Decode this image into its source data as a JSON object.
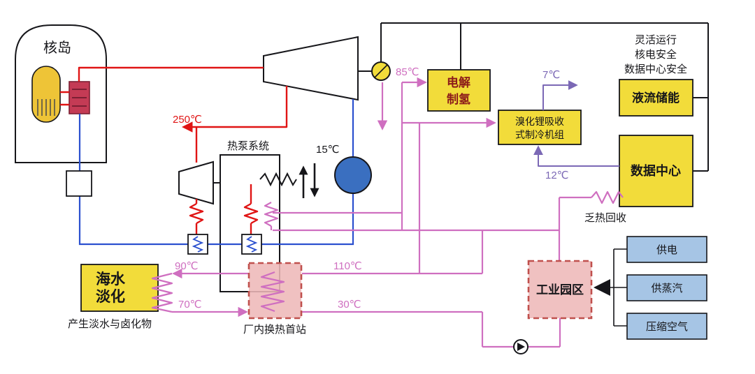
{
  "colors": {
    "red": "#e01414",
    "blue": "#2b50cf",
    "pink": "#cf6fc0",
    "purple": "#7b68b5",
    "yellow": "#f2dc3a",
    "gold": "#eec437",
    "lightblue": "#a6c5e5",
    "dashpink": "#c0504d"
  },
  "labels": {
    "nuclear_island": "核岛",
    "temp_250": "250℃",
    "heat_pump": "热泵系统",
    "temp_15": "15℃",
    "temp_85": "85℃",
    "electrolysis_l1": "电解",
    "electrolysis_l2": "制氢",
    "chiller_l1": "溴化锂吸收",
    "chiller_l2": "式制冷机组",
    "temp_7": "7℃",
    "temp_12": "12℃",
    "note_l1": "灵活运行",
    "note_l2": "核电安全",
    "note_l3": "数据中心安全",
    "flow_battery": "液流储能",
    "data_center": "数据中心",
    "waste_heat": "乏热回收",
    "desal_l1": "海水",
    "desal_l2": "淡化",
    "temp_90": "90℃",
    "temp_70": "70℃",
    "temp_110": "110℃",
    "temp_30": "30℃",
    "fresh_water_note": "产生淡水与卤化物",
    "heat_station": "厂内换热首站",
    "industrial_park": "工业园区",
    "supply_power": "供电",
    "supply_steam": "供蒸汽",
    "compressed_air": "压缩空气"
  }
}
